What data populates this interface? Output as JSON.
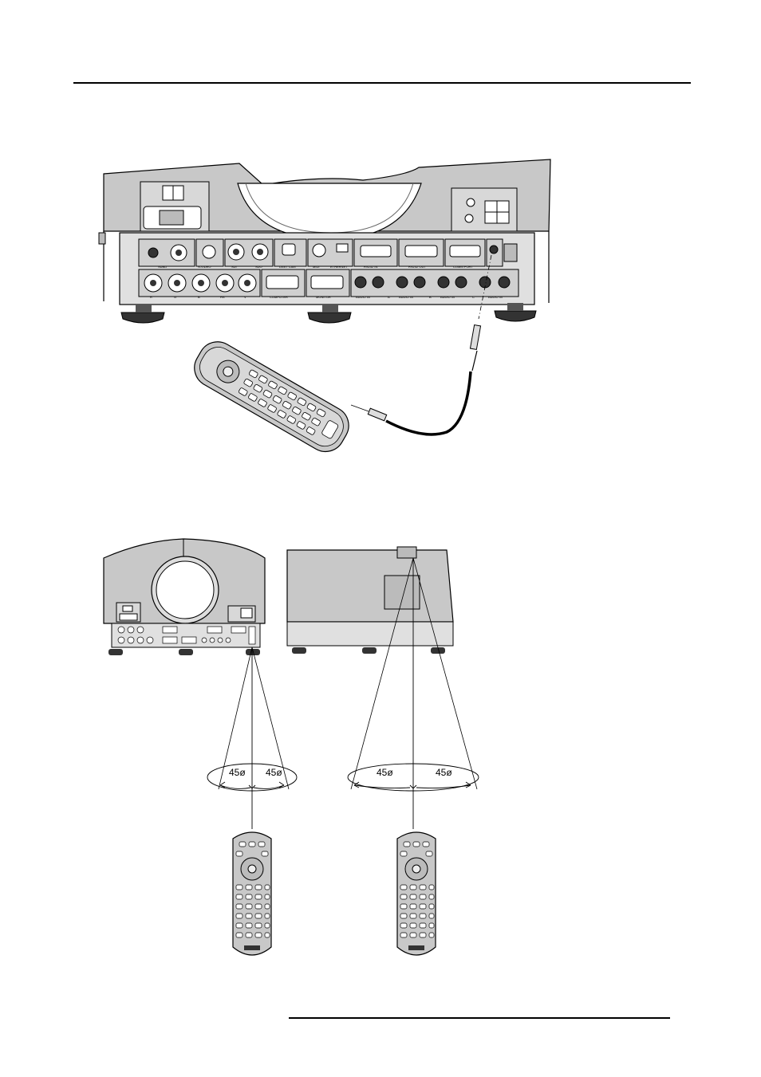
{
  "page": {
    "top_rule": true,
    "bottom_rule": true
  },
  "figure_top": {
    "connector_labels_row1": [
      "SUBD",
      "S-VIDEO",
      "SDI",
      "SDO",
      "DIGIT CAM",
      "MIDI",
      "ETHERNET",
      "RS232 IN",
      "RS232 OUT",
      "COMM PORT"
    ],
    "connector_labels_row2": [
      "R",
      "G",
      "B",
      "HS",
      "V",
      "COMPUTER",
      "MONITOR",
      "AUDIO IN",
      "A",
      "AUDIO IN",
      "B",
      "AUDIO IN",
      "C",
      "AUDIO IN"
    ]
  },
  "figure_bottom": {
    "left_angle_a": "45ø",
    "left_angle_b": "45ø",
    "right_angle_a": "45ø",
    "right_angle_b": "45ø"
  },
  "colors": {
    "housing": "#c8c8c8",
    "panel": "#e0e0e0",
    "line": "#000000"
  }
}
